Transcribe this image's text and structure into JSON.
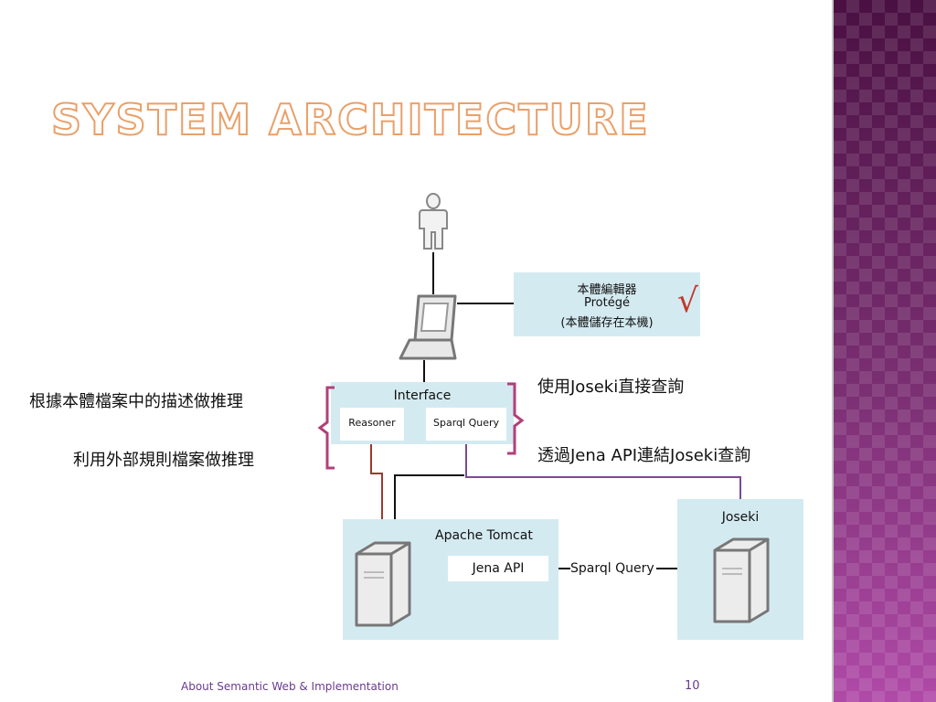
{
  "slide": {
    "title": "SYSTEM ARCHITECTURE",
    "footer_text": "About Semantic Web & Implementation",
    "page_number": "10"
  },
  "colors": {
    "title_outline": "#e9a06a",
    "box_fill": "#d4eaf1",
    "red_line": "#9a3a32",
    "purple_line": "#7a4a94",
    "bracket": "#b0407a",
    "checkmark": "#c0392b",
    "footer": "#6a3a8e"
  },
  "diagram": {
    "editor_box": {
      "line1": "本體編輯器",
      "line2": "Protégé",
      "line3": "(本體儲存在本機)",
      "check": "√"
    },
    "interface_box": {
      "title": "Interface",
      "reasoner": "Reasoner",
      "sparql": "Sparql Query"
    },
    "left_notes": {
      "top": "根據本體檔案中的描述做推理",
      "bottom": "利用外部規則檔案做推理"
    },
    "right_notes": {
      "top": "使用Joseki直接查詢",
      "bottom": "透過Jena API連結Joseki查詢"
    },
    "tomcat_box": {
      "title": "Apache Tomcat",
      "jena": "Jena API"
    },
    "joseki_box": {
      "title": "Joseki"
    },
    "link_label": "Sparql Query"
  }
}
